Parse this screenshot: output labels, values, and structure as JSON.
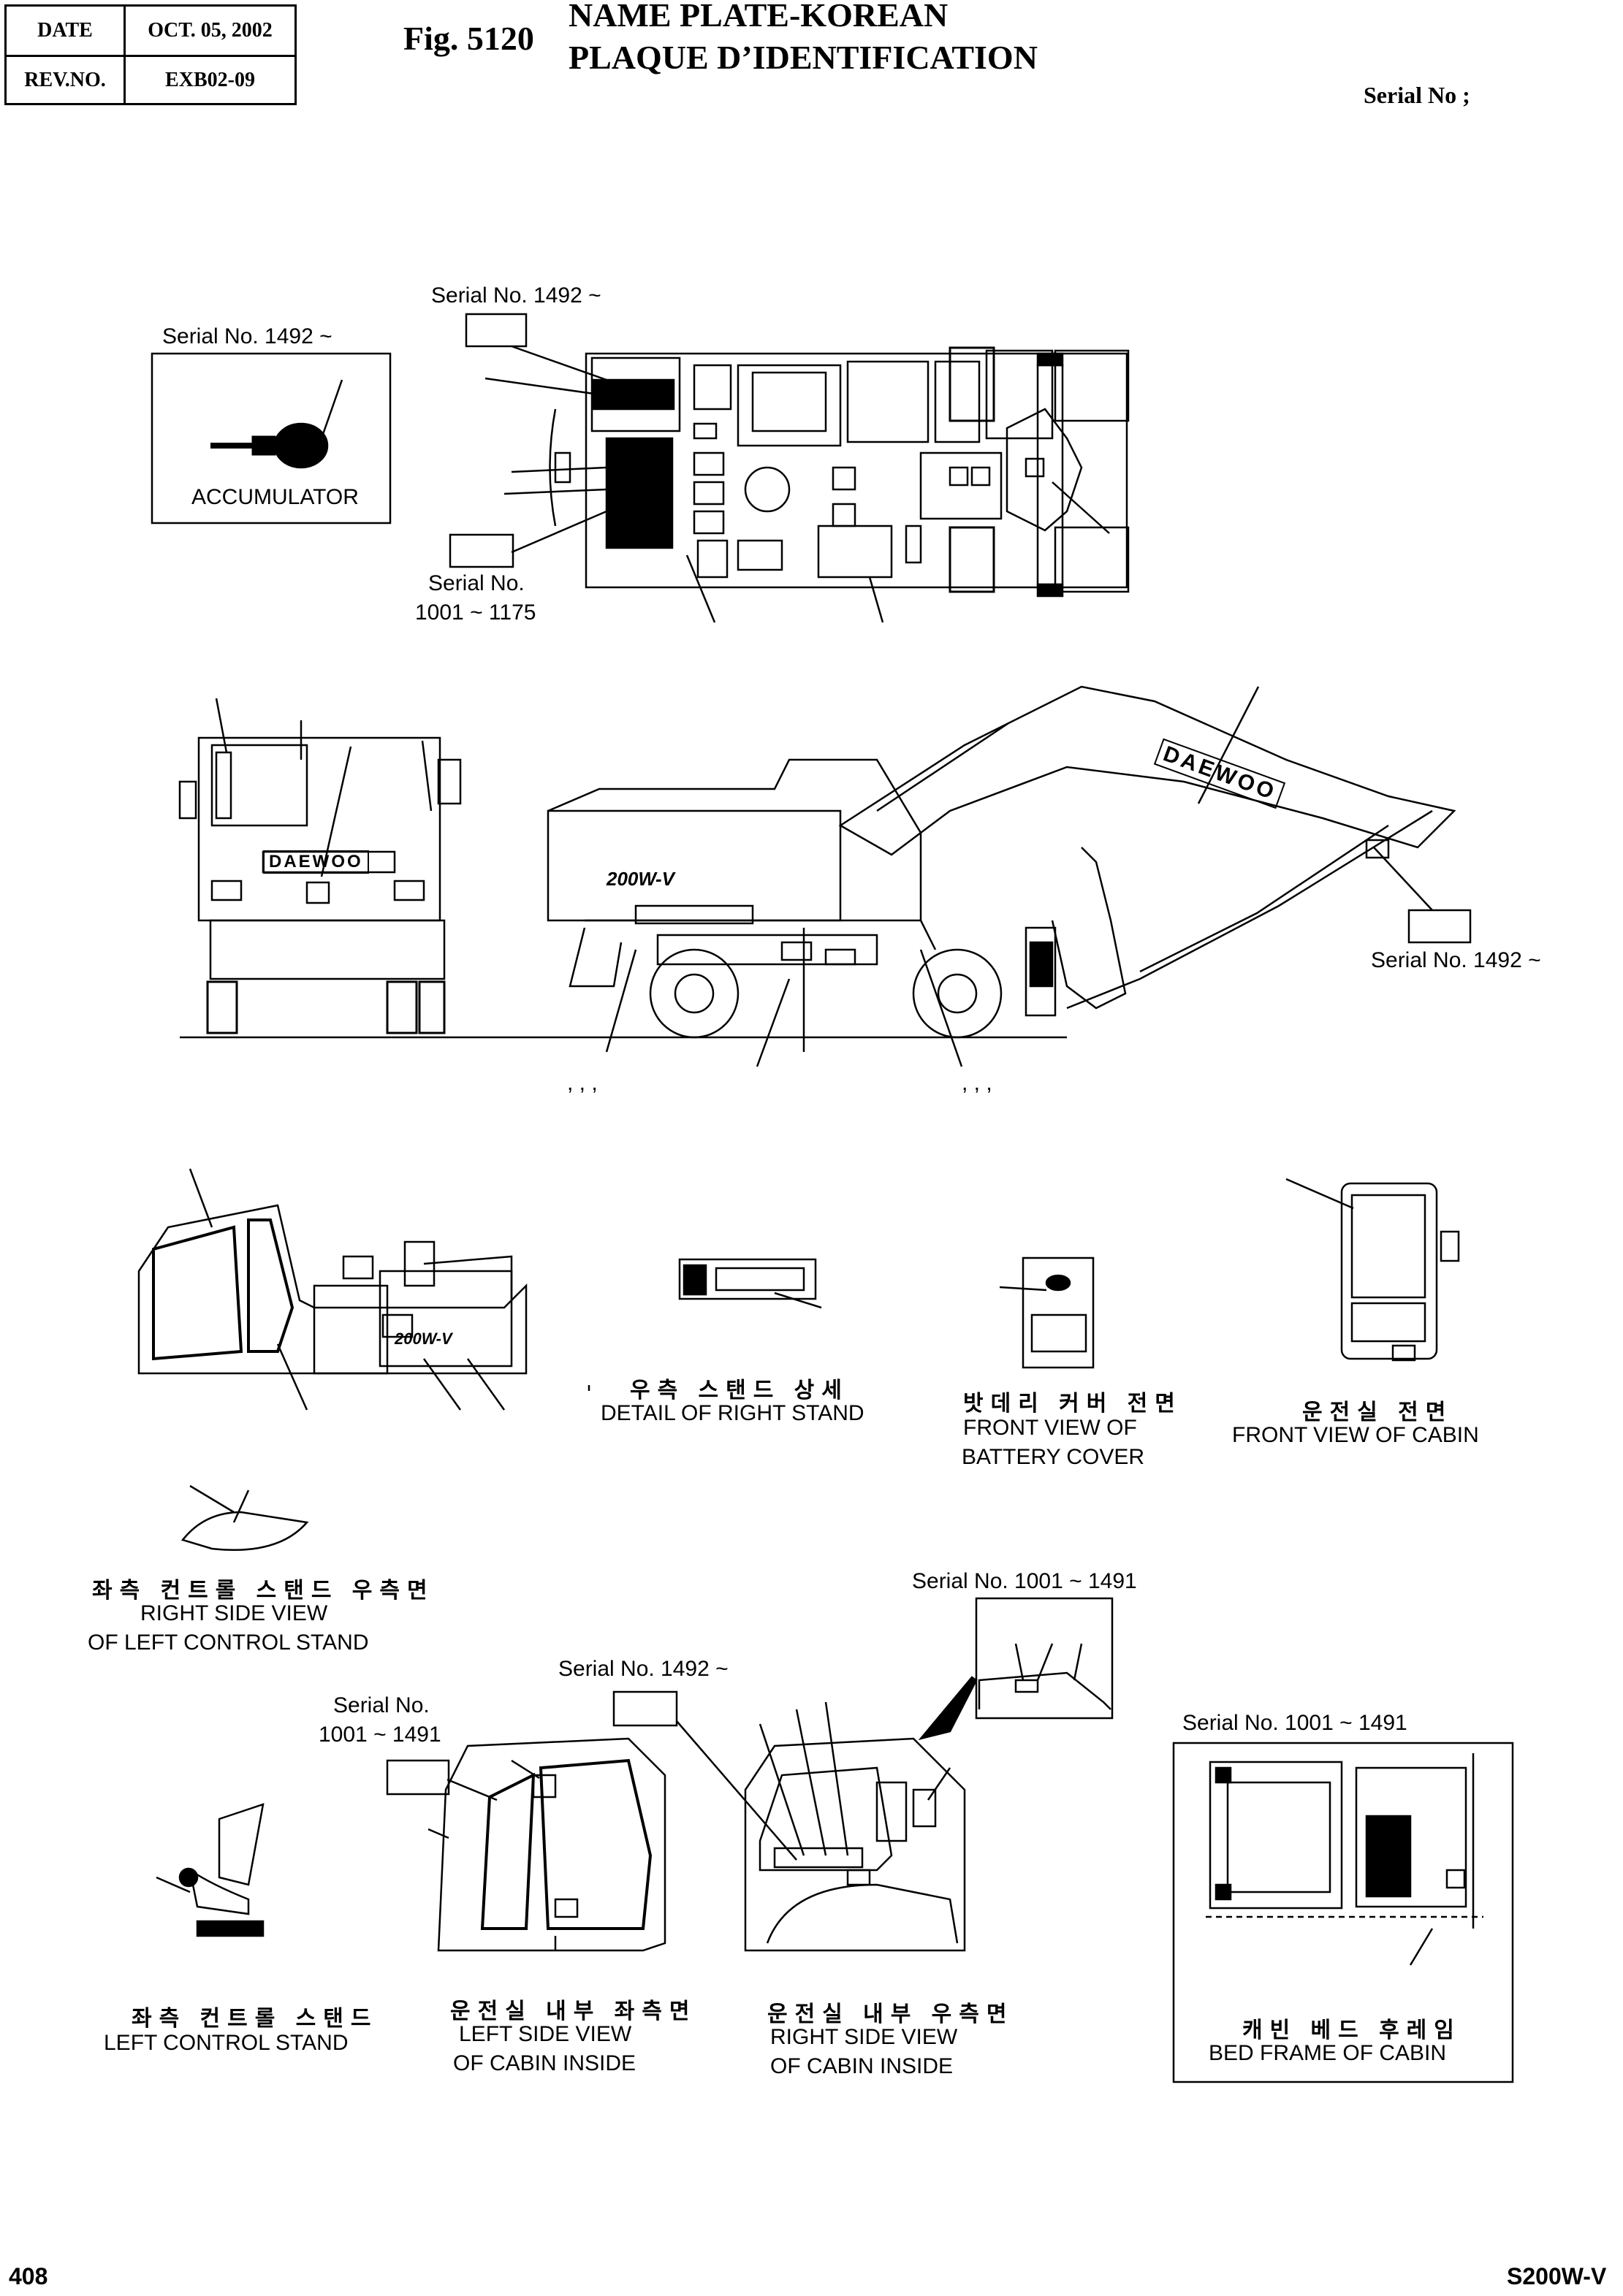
{
  "header": {
    "date_label": "DATE",
    "date_value": "OCT. 05, 2002",
    "rev_label": "REV.NO.",
    "rev_value": "EXB02-09",
    "fig_label": "Fig. 5120",
    "title_line1": "NAME PLATE-KOREAN",
    "title_line2": "PLAQUE D’IDENTIFICATION",
    "serial_heading": "Serial No ;"
  },
  "labels": {
    "top_serial_1492": "Serial No. 1492 ~",
    "accum_serial": "Serial No. 1492 ~",
    "accumulator": "ACCUMULATOR",
    "serial_no": "Serial No.",
    "range_1001_1175": "1001 ~ 1175",
    "boom_serial_1492": "Serial No. 1492 ~",
    "comma_left": ",    ,    ,",
    "comma_right": ",    ,    ,",
    "right_stand_kr": "우측 스탠드 상세",
    "right_stand_en": "DETAIL OF RIGHT STAND",
    "battery_kr": "밧데리 커버 전면",
    "battery_en_1": "FRONT VIEW OF",
    "battery_en_2": "BATTERY COVER",
    "cabin_front_kr": "운전실 전면",
    "cabin_front_en": "FRONT VIEW OF CABIN",
    "left_stand_side_kr": "좌측 컨트롤 스탠드 우측면",
    "left_stand_side_en_1": "RIGHT SIDE VIEW",
    "left_stand_side_en_2": "OF LEFT CONTROL STAND",
    "serial_1001_1491_a": "Serial No. 1001 ~ 1491",
    "serial_1492_b": "Serial No. 1492 ~",
    "serial_no_b": "Serial No.",
    "range_1001_1491": "1001 ~ 1491",
    "serial_1001_1491_c": "Serial No. 1001 ~ 1491",
    "left_stand_kr": "좌측 컨트롤 스탠드",
    "left_stand_en": "LEFT CONTROL STAND",
    "cabin_left_kr": "운전실 내부 좌측면",
    "cabin_left_en_1": "LEFT SIDE VIEW",
    "cabin_left_en_2": "OF CABIN INSIDE",
    "cabin_right_kr": "운전실 내부 우측면",
    "cabin_right_en_1": "RIGHT SIDE VIEW",
    "cabin_right_en_2": "OF CABIN INSIDE",
    "bed_frame_kr": "캐빈 베드 후레임",
    "bed_frame_en": "BED FRAME OF CABIN",
    "brand": "DAEWOO",
    "model": "200W-V"
  },
  "footer": {
    "page_number": "408",
    "model_code": "S200W-V"
  }
}
